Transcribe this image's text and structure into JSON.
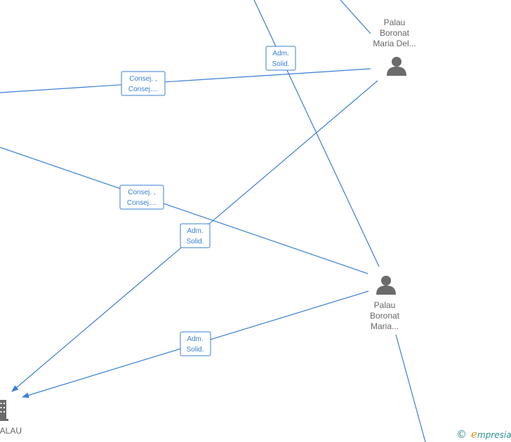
{
  "nodes": {
    "person_top": {
      "lines": [
        "Palau",
        "Boronat",
        "Maria Del..."
      ]
    },
    "person_mid": {
      "lines": [
        "Palau",
        "Boronat",
        "Maria..."
      ]
    },
    "company": {
      "lines": [
        "PALAU"
      ]
    }
  },
  "edge_labels": {
    "top_adm": [
      "Adm.",
      "Solid."
    ],
    "left_consej": [
      "Consej. ,",
      "Consej...."
    ],
    "mid_consej": [
      "Consej. ,",
      "Consej...."
    ],
    "mid_adm": [
      "Adm.",
      "Solid."
    ],
    "low_adm": [
      "Adm.",
      "Solid."
    ]
  },
  "watermark": {
    "symbol": "©",
    "brand_initial": "e",
    "brand_rest": "mpresia"
  },
  "colors": {
    "edge": "#3a7fd5",
    "node": "#6b6b6b",
    "label_text": "#666666"
  }
}
